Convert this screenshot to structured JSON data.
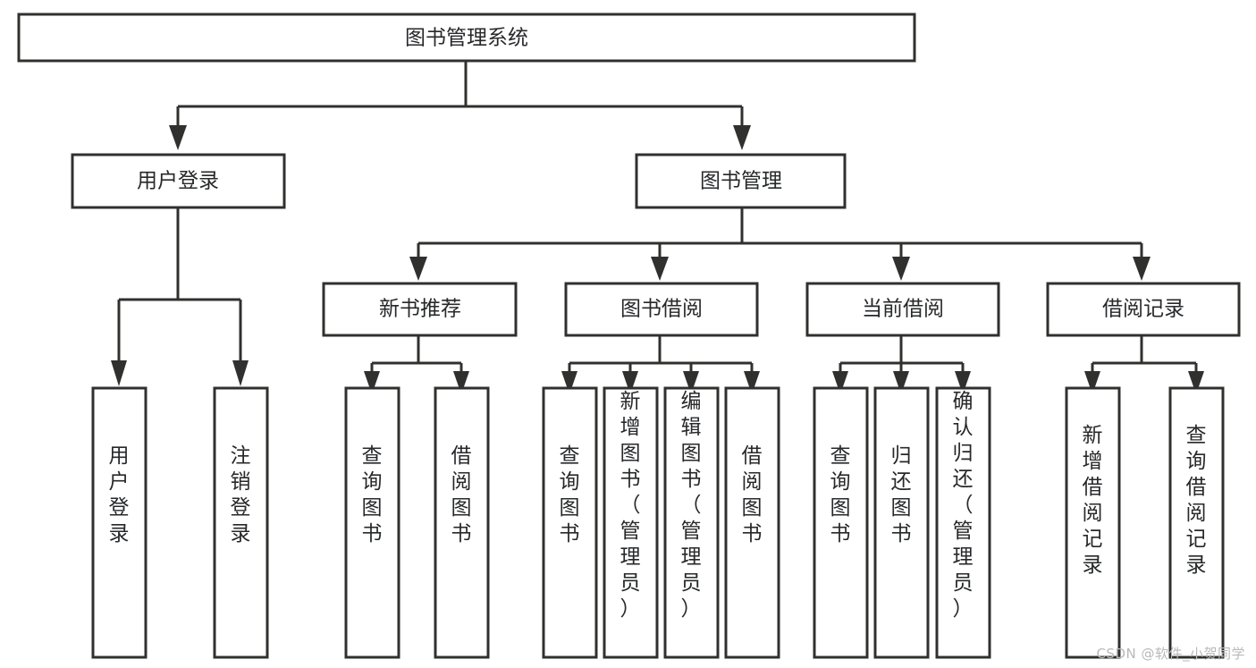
{
  "diagram": {
    "type": "tree-hierarchy",
    "title": "图书管理系统",
    "watermark": "CSDN @软件_小贺同学",
    "colors": {
      "stroke": "#30302f",
      "box_fill": "#ffffff",
      "text": "#27282a",
      "background": "#ffffff",
      "watermark": "#b9b9b9"
    },
    "levels": 4,
    "root": {
      "id": "root",
      "label": "图书管理系统",
      "orientation": "horizontal"
    },
    "level2": [
      {
        "id": "user-login",
        "label": "用户登录",
        "orientation": "horizontal"
      },
      {
        "id": "book-manage",
        "label": "图书管理",
        "orientation": "horizontal"
      }
    ],
    "level3": [
      {
        "id": "new-book-recommend",
        "label": "新书推荐",
        "parent": "book-manage",
        "orientation": "horizontal"
      },
      {
        "id": "book-borrow",
        "label": "图书借阅",
        "parent": "book-manage",
        "orientation": "horizontal"
      },
      {
        "id": "current-borrow",
        "label": "当前借阅",
        "parent": "book-manage",
        "orientation": "horizontal"
      },
      {
        "id": "borrow-record",
        "label": "借阅记录",
        "parent": "book-manage",
        "orientation": "horizontal"
      }
    ],
    "leaves": [
      {
        "id": "leaf-user-login",
        "label": "用户登录",
        "parent": "user-login",
        "orientation": "vertical"
      },
      {
        "id": "leaf-user-logout",
        "label": "注销登录",
        "parent": "user-login",
        "orientation": "vertical"
      },
      {
        "id": "leaf-query-book-1",
        "label": "查询图书",
        "parent": "new-book-recommend",
        "orientation": "vertical"
      },
      {
        "id": "leaf-borrow-book-1",
        "label": "借阅图书",
        "parent": "new-book-recommend",
        "orientation": "vertical"
      },
      {
        "id": "leaf-query-book-2",
        "label": "查询图书",
        "parent": "book-borrow",
        "orientation": "vertical"
      },
      {
        "id": "leaf-add-book",
        "label": "新增图书（管理员）",
        "parent": "book-borrow",
        "orientation": "vertical"
      },
      {
        "id": "leaf-edit-book",
        "label": "编辑图书（管理员）",
        "parent": "book-borrow",
        "orientation": "vertical"
      },
      {
        "id": "leaf-borrow-book-2",
        "label": "借阅图书",
        "parent": "book-borrow",
        "orientation": "vertical"
      },
      {
        "id": "leaf-query-book-3",
        "label": "查询图书",
        "parent": "current-borrow",
        "orientation": "vertical"
      },
      {
        "id": "leaf-return-book",
        "label": "归还图书",
        "parent": "current-borrow",
        "orientation": "vertical"
      },
      {
        "id": "leaf-confirm-return",
        "label": "确认归还（管理员）",
        "parent": "current-borrow",
        "orientation": "vertical"
      },
      {
        "id": "leaf-add-record",
        "label": "新增借阅记录",
        "parent": "borrow-record",
        "orientation": "vertical"
      },
      {
        "id": "leaf-query-record",
        "label": "查询借阅记录",
        "parent": "borrow-record",
        "orientation": "vertical"
      }
    ]
  }
}
